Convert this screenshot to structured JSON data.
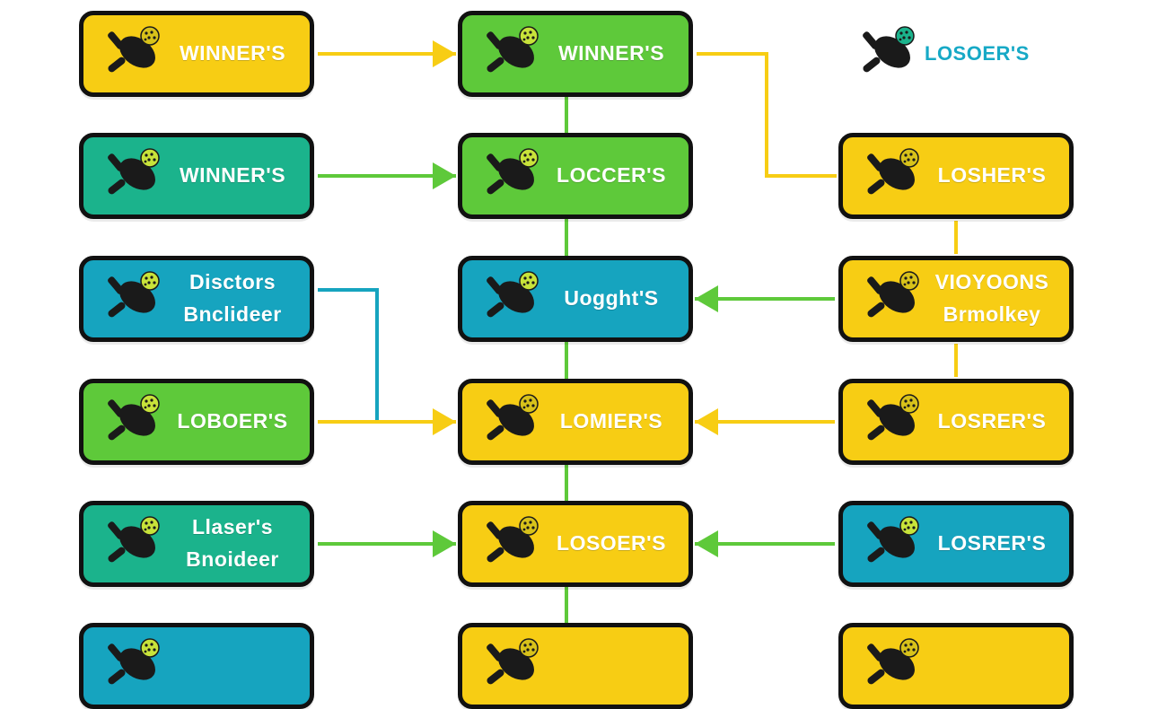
{
  "diagram": {
    "nodes": [
      {
        "id": "n1",
        "lines": [
          "WINNER'S"
        ],
        "color": "yellow",
        "col": 0,
        "row": 0
      },
      {
        "id": "n2",
        "lines": [
          "WINNER'S"
        ],
        "color": "green",
        "col": 1,
        "row": 0
      },
      {
        "id": "n3",
        "lines": [
          "LOSOER'S"
        ],
        "color": "plain",
        "col": 2,
        "row": 0
      },
      {
        "id": "n4",
        "lines": [
          "WINNER'S"
        ],
        "color": "teal",
        "col": 0,
        "row": 1
      },
      {
        "id": "n5",
        "lines": [
          "LOCCER'S"
        ],
        "color": "green",
        "col": 1,
        "row": 1
      },
      {
        "id": "n6",
        "lines": [
          "LOSHER'S"
        ],
        "color": "yellow",
        "col": 2,
        "row": 1
      },
      {
        "id": "n7",
        "lines": [
          "Disctors",
          "Bnclideer"
        ],
        "color": "blue",
        "col": 0,
        "row": 2
      },
      {
        "id": "n8",
        "lines": [
          "Uogght'S"
        ],
        "color": "blue",
        "col": 1,
        "row": 2
      },
      {
        "id": "n9",
        "lines": [
          "VIOYOONS",
          "Brmolkey"
        ],
        "color": "yellow",
        "col": 2,
        "row": 2
      },
      {
        "id": "n10",
        "lines": [
          "LOBOER'S"
        ],
        "color": "green",
        "col": 0,
        "row": 3
      },
      {
        "id": "n11",
        "lines": [
          "LOMIER'S"
        ],
        "color": "yellow",
        "col": 1,
        "row": 3
      },
      {
        "id": "n12",
        "lines": [
          "LOSRER'S"
        ],
        "color": "yellow",
        "col": 2,
        "row": 3
      },
      {
        "id": "n13",
        "lines": [
          "Llaser's",
          "Bnoideer"
        ],
        "color": "teal",
        "col": 0,
        "row": 4
      },
      {
        "id": "n14",
        "lines": [
          "LOSOER'S"
        ],
        "color": "yellow",
        "col": 1,
        "row": 4
      },
      {
        "id": "n15",
        "lines": [
          "LOSRER'S"
        ],
        "color": "blue",
        "col": 2,
        "row": 4
      },
      {
        "id": "n16",
        "lines": [],
        "color": "blue",
        "col": 0,
        "row": 5
      },
      {
        "id": "n17",
        "lines": [],
        "color": "yellow",
        "col": 1,
        "row": 5
      },
      {
        "id": "n18",
        "lines": [],
        "color": "yellow",
        "col": 2,
        "row": 5
      }
    ],
    "edges": [
      {
        "from": "n1",
        "to": "n2",
        "color": "#f7cd14",
        "kind": "arrow-right"
      },
      {
        "from": "n4",
        "to": "n5",
        "color": "#5ec93a",
        "kind": "arrow-right"
      },
      {
        "from": "n7",
        "to": "n11",
        "color": "#16a4bf",
        "kind": "elbow-right-down"
      },
      {
        "from": "n10",
        "to": "n11",
        "color": "#f7cd14",
        "kind": "arrow-right"
      },
      {
        "from": "n13",
        "to": "n14",
        "color": "#5ec93a",
        "kind": "arrow-right"
      },
      {
        "from": "n9",
        "to": "n8",
        "color": "#5ec93a",
        "kind": "arrow-left"
      },
      {
        "from": "n12",
        "to": "n11",
        "color": "#f7cd14",
        "kind": "arrow-left"
      },
      {
        "from": "n15",
        "to": "n14",
        "color": "#5ec93a",
        "kind": "arrow-left"
      },
      {
        "from": "n2",
        "to": "n6",
        "color": "#f7cd14",
        "kind": "elbow-right-down"
      },
      {
        "from": "n6",
        "to": "n9",
        "color": "#f7cd14",
        "kind": "vertical"
      },
      {
        "from": "n9",
        "to": "n12",
        "color": "#f7cd14",
        "kind": "vertical"
      },
      {
        "from": "n2",
        "to": "n17",
        "color": "#5ec93a",
        "kind": "spine"
      }
    ],
    "colors": {
      "yellow": "#f7cd14",
      "green": "#5ec93a",
      "teal": "#1bb38c",
      "blue": "#16a4bf",
      "outline": "#111111"
    },
    "icon": "paddle-and-ball-icon"
  }
}
